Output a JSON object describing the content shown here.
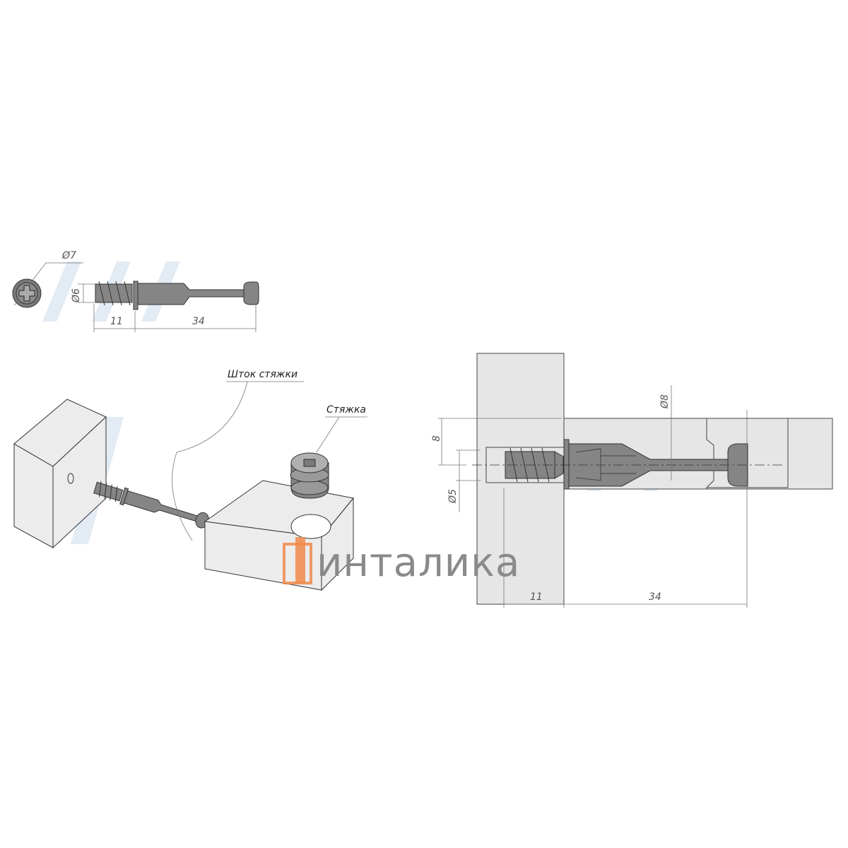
{
  "top_view": {
    "head_diameter": "Ø7",
    "thread_diameter": "Ø6",
    "thread_length": "11",
    "body_length": "34"
  },
  "assembly": {
    "rod_label": "Шток стяжки",
    "cam_label": "Стяжка"
  },
  "section_view": {
    "offset": "8",
    "hole_diameter": "Ø5",
    "cam_diameter": "Ø8",
    "thread_length": "11",
    "body_length": "34"
  },
  "logo": {
    "text": "инталика",
    "accent_color": "#f08a4b"
  },
  "colors": {
    "part": "#858585",
    "panel": "#e6e6e6",
    "watermark": "#e3ebf4"
  }
}
